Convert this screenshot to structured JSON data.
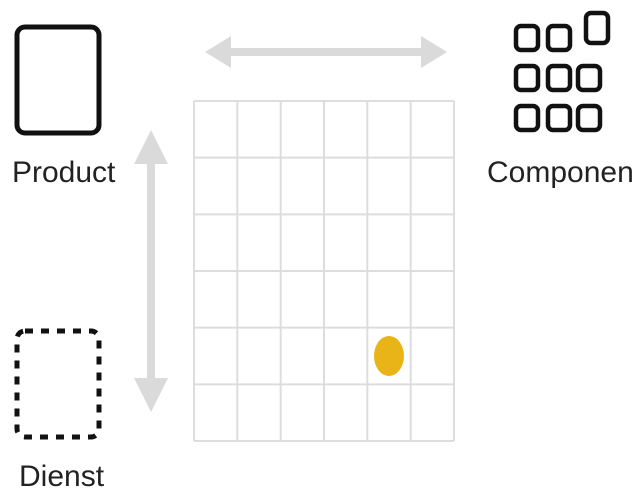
{
  "labels": {
    "product": "Product",
    "component": "Component",
    "service": "Dienst"
  },
  "icons": {
    "product": "solid-square-icon",
    "service": "dashed-square-icon",
    "component": "component-grid-icon"
  },
  "matrix": {
    "columns": 6,
    "rows": 6,
    "marker": {
      "column": 5,
      "row": 5
    }
  },
  "colors": {
    "marker": "#E9B417",
    "arrow": "#DADADA",
    "grid": "#DDDDDD",
    "icon": "#111111"
  }
}
